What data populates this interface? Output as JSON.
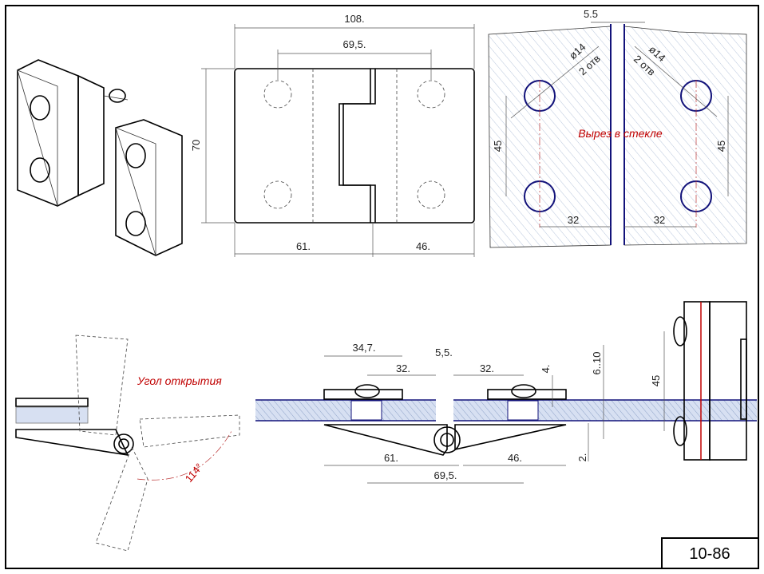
{
  "drawing_code": "10-86",
  "top_view": {
    "width_total": "108.",
    "hole_spacing": "69,5.",
    "height": "70",
    "left_leaf": "61.",
    "right_leaf": "46."
  },
  "glass_cutout": {
    "gap": "5.5",
    "hole_dia_left": "ø14",
    "hole_count_left": "2 отв",
    "hole_dia_right": "ø14",
    "hole_count_right": "2 отв",
    "title": "Вырез в стекле",
    "vert_left": "45",
    "vert_right": "45",
    "horiz_left": "32",
    "horiz_right": "32"
  },
  "opening": {
    "label": "Угол открытия",
    "angle": "114°"
  },
  "side_view": {
    "plate_width": "34,7.",
    "gap": "5,5.",
    "left_offset": "32.",
    "right_offset": "32.",
    "plate_thickness": "4.",
    "glass_thickness": "6..10",
    "left_leaf": "61.",
    "right_leaf": "46.",
    "hole_spacing": "69,5.",
    "clearance": "2."
  },
  "end_view": {
    "height": "45"
  }
}
